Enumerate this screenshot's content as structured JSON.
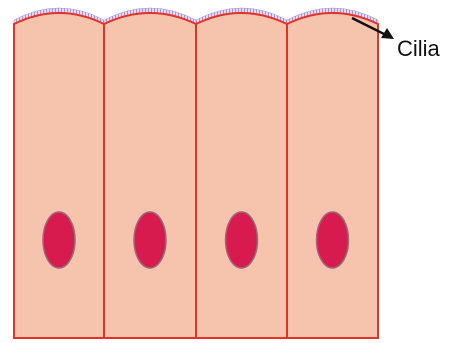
{
  "labels": {
    "cilia": "Cilia"
  },
  "colors": {
    "cell_fill": "#f6c3ad",
    "cell_border": "#e0342b",
    "nucleus_fill": "#d81b4f",
    "nucleus_border": "#b0184a",
    "cilia": "#c9b6e0",
    "cilia_dark": "#a893cf",
    "arrow": "#111111"
  },
  "cells": [
    {
      "id": "cell-1"
    },
    {
      "id": "cell-2"
    },
    {
      "id": "cell-3"
    },
    {
      "id": "cell-4"
    }
  ]
}
